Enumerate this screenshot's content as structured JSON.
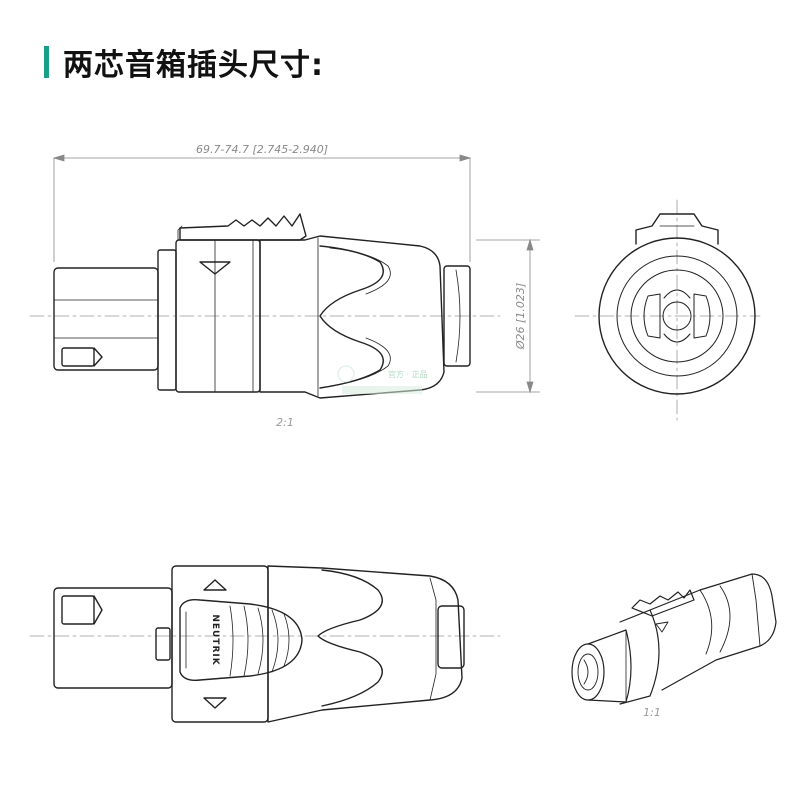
{
  "title": "两芯音箱插头尺寸:",
  "colors": {
    "accent": "#16a085",
    "line": "#222222",
    "dim": "#8a8a8a",
    "watermark": "#b8dcc9"
  },
  "dimensions": {
    "length": "69.7-74.7  [2.745-2.940]",
    "diameter": "Ø26  [1.023]"
  },
  "views": {
    "side_scale": "2:1",
    "iso_scale": "1:1"
  },
  "brand": "NEUTRIK",
  "watermark": {
    "line1": "官方 · 正品"
  },
  "icons": [
    "arrow-up-triangle-icon",
    "arrow-down-triangle-icon"
  ]
}
